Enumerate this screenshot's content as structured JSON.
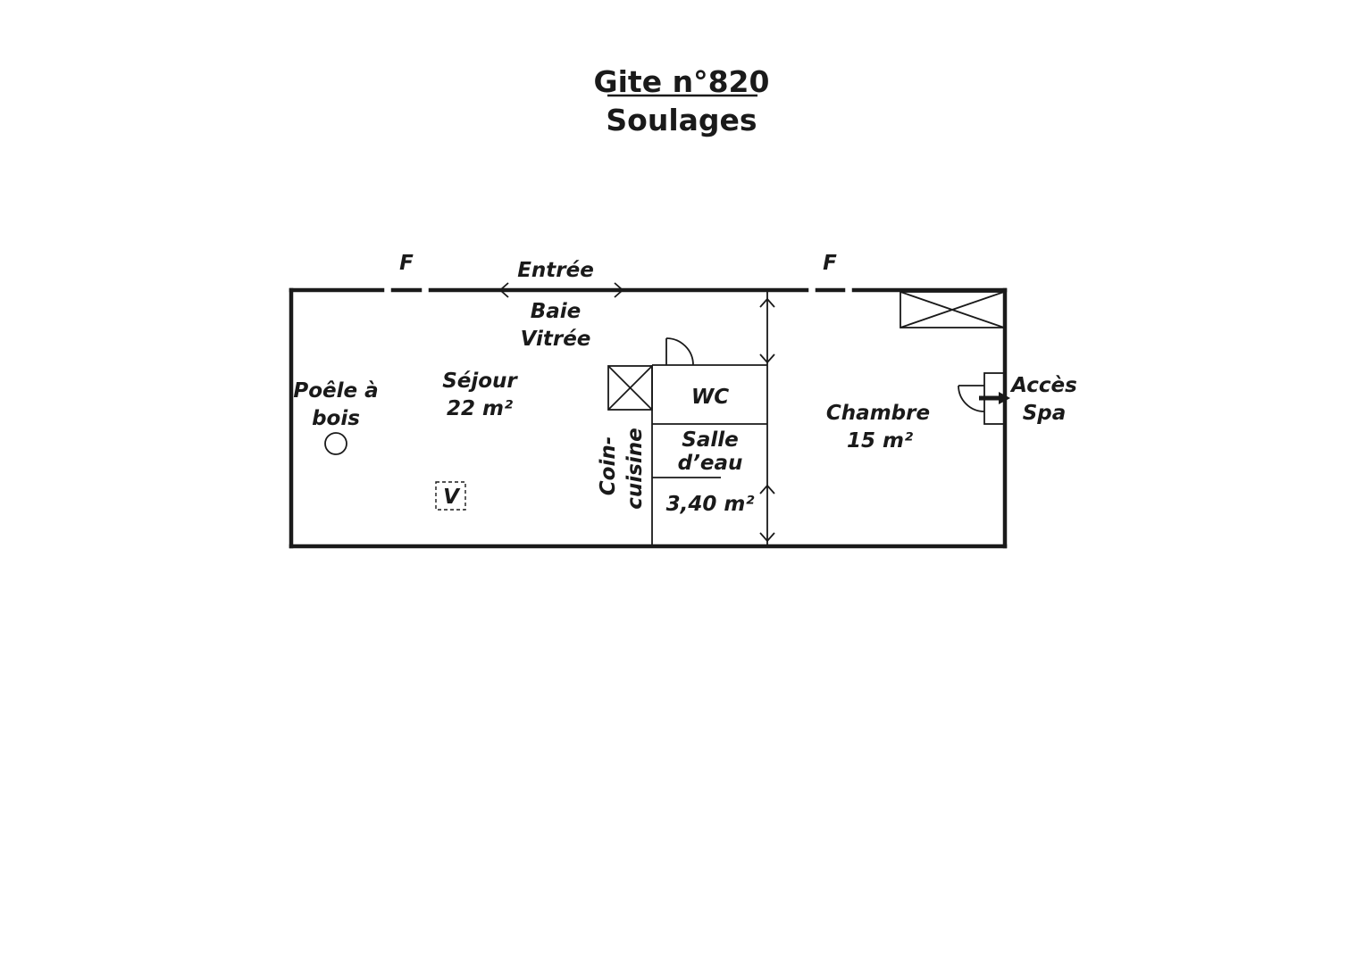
{
  "header": {
    "title": "Gite n°820",
    "subtitle": "Soulages"
  },
  "labels": {
    "window_left": "F",
    "window_right": "F",
    "entrance": "Entrée",
    "bay_line1": "Baie",
    "bay_line2": "Vitrée",
    "stove_line1": "Poêle à",
    "stove_line2": "bois",
    "living_line1": "Séjour",
    "living_line2": "22 m²",
    "vmc_mark": "V",
    "kitchen_line1": "Coin-",
    "kitchen_line2": "cuisine",
    "wc": "WC",
    "bath_line1": "Salle",
    "bath_line2": "d’eau",
    "bath_area": "3,40 m²",
    "bedroom_line1": "Chambre",
    "bedroom_line2": "15 m²",
    "spa_line1": "Accès",
    "spa_line2": "Spa"
  },
  "colors": {
    "ink": "#1a1a1a",
    "background": "#ffffff"
  }
}
